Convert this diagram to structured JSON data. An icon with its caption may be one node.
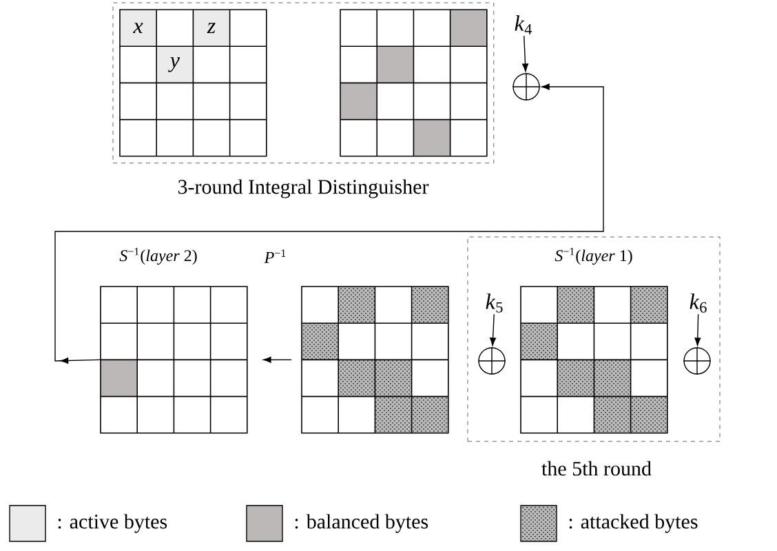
{
  "diagram": {
    "nodes": [
      {
        "text": [
          "3-round Integral Distinguisher"
        ]
      },
      {
        "text": [
          "*x*",
          "*z*",
          "*y*"
        ],
        "in": 0
      },
      {
        "text": [],
        "shape": "box",
        "in": 0
      },
      {
        "text": [
          "*k*$_{4}$"
        ]
      },
      {
        "text": [],
        "shape": "circle"
      },
      {
        "text": [
          "*S*$^{−1}$(*layer* 1)",
          "the 5th round"
        ]
      },
      {
        "text": [],
        "shape": "box",
        "beside": [
          "*S*$^{−1}$(*layer* 2)"
        ]
      },
      {
        "text": [],
        "shape": "box",
        "beside": [
          "*P*$^{−1}$"
        ]
      },
      {
        "text": [
          "*k*$_{5}$"
        ],
        "in": 5
      },
      {
        "text": [],
        "shape": "circle",
        "in": 5
      },
      {
        "text": [],
        "shape": "box",
        "in": 5
      },
      {
        "text": [
          "*k*$_{6}$"
        ],
        "in": 5
      },
      {
        "text": [],
        "shape": "circle",
        "in": 5
      }
    ],
    "edges": [
      {
        "from": 3,
        "to": 4,
        "arrow": "to"
      },
      {
        "from": 6,
        "to": 4,
        "arrow": "to"
      },
      {
        "from": 7,
        "to": 6,
        "arrow": "to"
      },
      {
        "from": 8,
        "to": 9,
        "arrow": "to"
      },
      {
        "from": 11,
        "to": 12,
        "arrow": "to"
      }
    ],
    "legend": [
      {
        "text": ": active bytes",
        "color": "#ebebeb"
      },
      {
        "text": ": balanced bytes",
        "color": "#bdb8b8"
      },
      {
        "text": ": attacked bytes"
      }
    ]
  }
}
